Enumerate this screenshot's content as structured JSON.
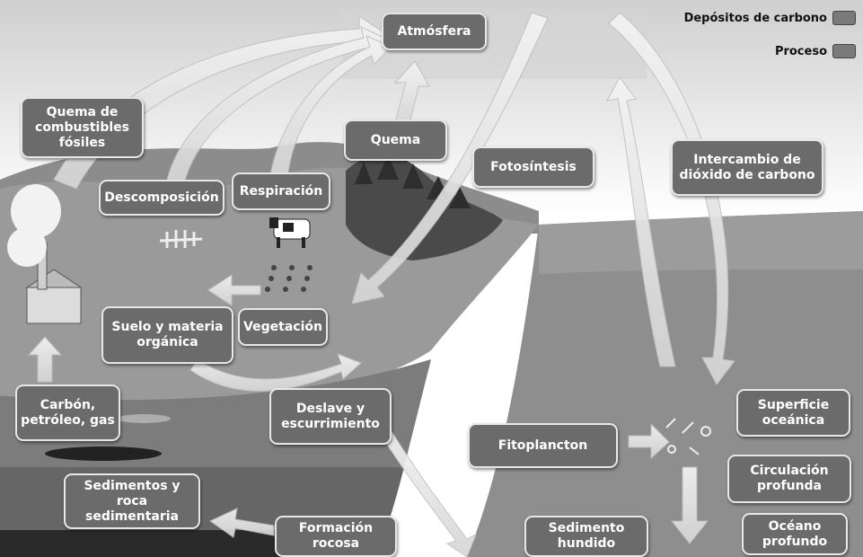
{
  "legend": {
    "reservoir_label": "Depósitos de carbono",
    "process_label": "Proceso",
    "reservoir_color": "#7a7a7a",
    "process_color": "#7a7a7a"
  },
  "labels": {
    "atmosphere": "Atmósfera",
    "fossil_burning": "Quema de\ncombustibles\nfósiles",
    "decomposition": "Descomposición",
    "respiration": "Respiración",
    "burning": "Quema",
    "photosynthesis": "Fotosíntesis",
    "co2_exchange": "Intercambio de\ndióxido de carbono",
    "soil_organic": "Suelo y materia\norgánica",
    "vegetation": "Vegetación",
    "coal_oil_gas": "Carbón,\npetróleo, gas",
    "runoff": "Deslave y\nescurrimiento",
    "phytoplankton": "Fitoplancton",
    "ocean_surface": "Superficie\noceánica",
    "deep_circulation": "Circulación\nprofunda",
    "deep_ocean": "Océano\nprofundo",
    "sediments": "Sedimentos y\nroca sedimentaria",
    "rock_formation": "Formación\nrocosa",
    "sunk_sediment": "Sedimento\nhundido"
  }
}
